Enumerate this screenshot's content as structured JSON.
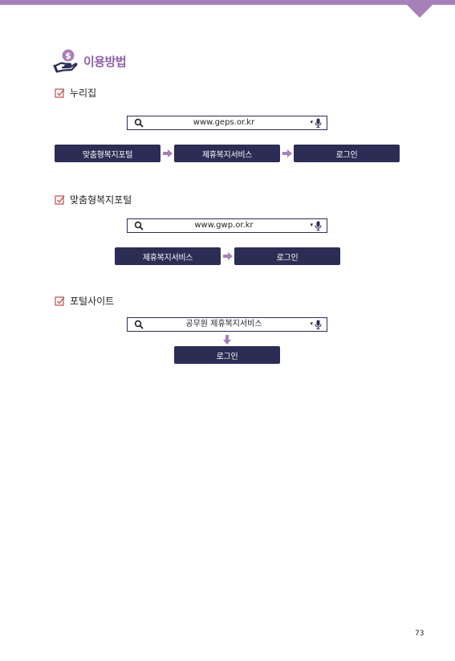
{
  "section": {
    "title": "이용방법",
    "icon": "hand-coin-icon"
  },
  "colors": {
    "accent": "#a680b9",
    "heading": "#8e5fa8",
    "button": "#2b2d55"
  },
  "routes": [
    {
      "label": "누리집",
      "search": {
        "text": "www.geps.or.kr"
      },
      "steps": [
        "맞춤형복지포털",
        "제휴복지서비스",
        "로그인"
      ]
    },
    {
      "label": "맞춤형복지포털",
      "search": {
        "text": "www.gwp.or.kr"
      },
      "steps": [
        "제휴복지서비스",
        "로그인"
      ]
    },
    {
      "label": "포털사이트",
      "search": {
        "text": "공무원 제휴복지서비스"
      },
      "steps": [
        "로그인"
      ]
    }
  ],
  "dropdown_glyph": "▾",
  "page_number": "73"
}
